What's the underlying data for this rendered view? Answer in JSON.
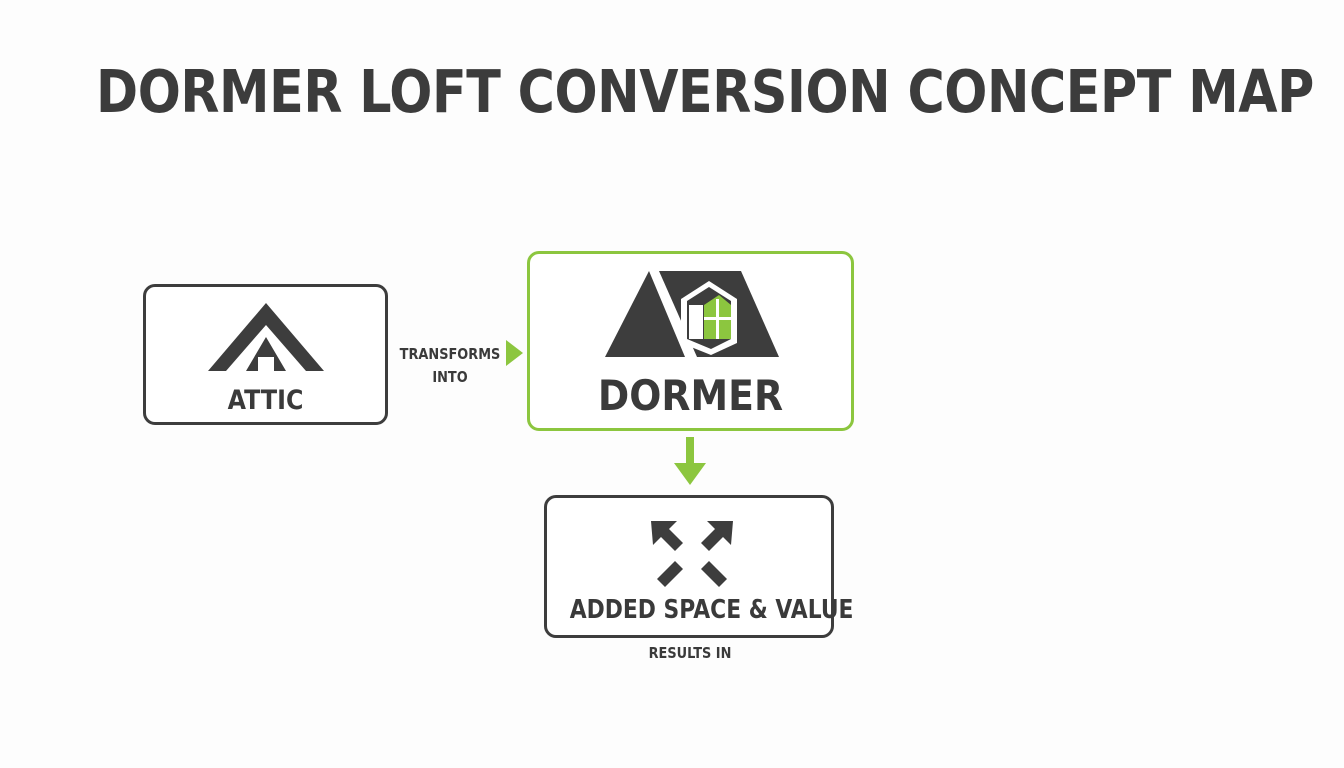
{
  "title": "DORMER LOFT CONVERSION CONCEPT MAP",
  "colors": {
    "accent": "#8cc63f",
    "dark": "#3d3d3d",
    "background": "#fdfdfd"
  },
  "nodes": {
    "attic": {
      "label": "ATTIC",
      "icon": "attic-roof-icon"
    },
    "dormer": {
      "label": "DORMER",
      "icon": "dormer-roof-window-icon"
    },
    "value": {
      "label": "ADDED SPACE & VALUE",
      "icon": "expand-arrows-icon"
    }
  },
  "edges": {
    "attic_to_dormer": {
      "label_line1": "TRANSFORMS",
      "label_line2": "INTO"
    },
    "dormer_to_value": {
      "label": "RESULTS IN"
    }
  }
}
